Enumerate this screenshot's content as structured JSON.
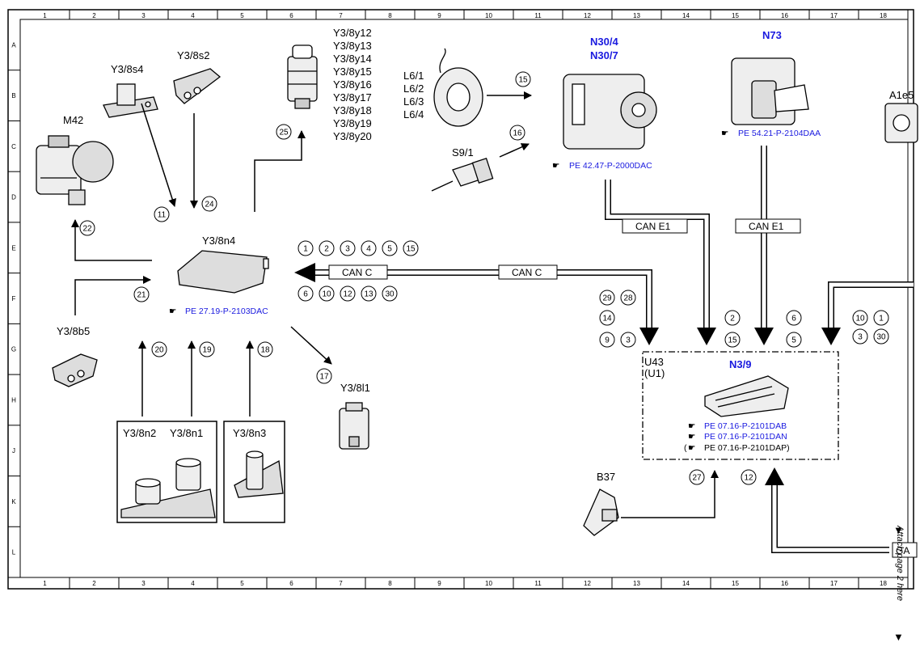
{
  "grid": {
    "columns": [
      "1",
      "2",
      "3",
      "4",
      "5",
      "6",
      "7",
      "8",
      "9",
      "10",
      "11",
      "12",
      "13",
      "14",
      "15",
      "16",
      "17",
      "18"
    ],
    "rows": [
      "A",
      "B",
      "C",
      "D",
      "E",
      "F",
      "G",
      "H",
      "J",
      "K",
      "L"
    ]
  },
  "components": {
    "m42": "M42",
    "y3_8s4": "Y3/8s4",
    "y3_8s2": "Y3/8s2",
    "y3_8y": [
      "Y3/8y12",
      "Y3/8y13",
      "Y3/8y14",
      "Y3/8y15",
      "Y3/8y16",
      "Y3/8y17",
      "Y3/8y18",
      "Y3/8y19",
      "Y3/8y20"
    ],
    "l6": [
      "L6/1",
      "L6/2",
      "L6/3",
      "L6/4"
    ],
    "s9_1": "S9/1",
    "n30_4": "N30/4",
    "n30_7": "N30/7",
    "n73": "N73",
    "a1e5": "A1e5",
    "y3_8n4": "Y3/8n4",
    "y3_8b5": "Y3/8b5",
    "y3_8l1": "Y3/8l1",
    "y3_8n2": "Y3/8n2",
    "y3_8n1": "Y3/8n1",
    "y3_8n3": "Y3/8n3",
    "u43": "U43",
    "u1": "(U1)",
    "n3_9": "N3/9",
    "b37": "B37"
  },
  "references": {
    "pe_27_19": "PE 27.19-P-2103DAC",
    "pe_42_47": "PE 42.47-P-2000DAC",
    "pe_54_21": "PE 54.21-P-2104DAA",
    "pe_07_16_dab": "PE 07.16-P-2101DAB",
    "pe_07_16_dan": "PE 07.16-P-2101DAN",
    "pe_07_16_dap_open": "(",
    "pe_07_16_dap": "PE 07.16-P-2101DAP)"
  },
  "buses": {
    "can_c_1": "CAN C",
    "can_c_2": "CAN C",
    "can_e1_1": "CAN E1",
    "can_e1_2": "CAN E1",
    "gap": "GA"
  },
  "circles": {
    "c25": "25",
    "c15a": "15",
    "c16": "16",
    "c11": "11",
    "c24": "24",
    "c22": "22",
    "c21": "21",
    "c20": "20",
    "c19": "19",
    "c18": "18",
    "c17": "17",
    "c27": "27",
    "c12b": "12",
    "canc_top": [
      "1",
      "2",
      "3",
      "4",
      "5",
      "15"
    ],
    "canc_bot": [
      "6",
      "10",
      "12",
      "13",
      "30"
    ],
    "left_grp": [
      "29",
      "28",
      "14",
      "9",
      "3"
    ],
    "mid_grp": [
      "2",
      "15"
    ],
    "n73_grp": [
      "6",
      "5"
    ],
    "right_grp": [
      "10",
      "1",
      "3",
      "30"
    ]
  },
  "side_note": "Attach page 2 here"
}
